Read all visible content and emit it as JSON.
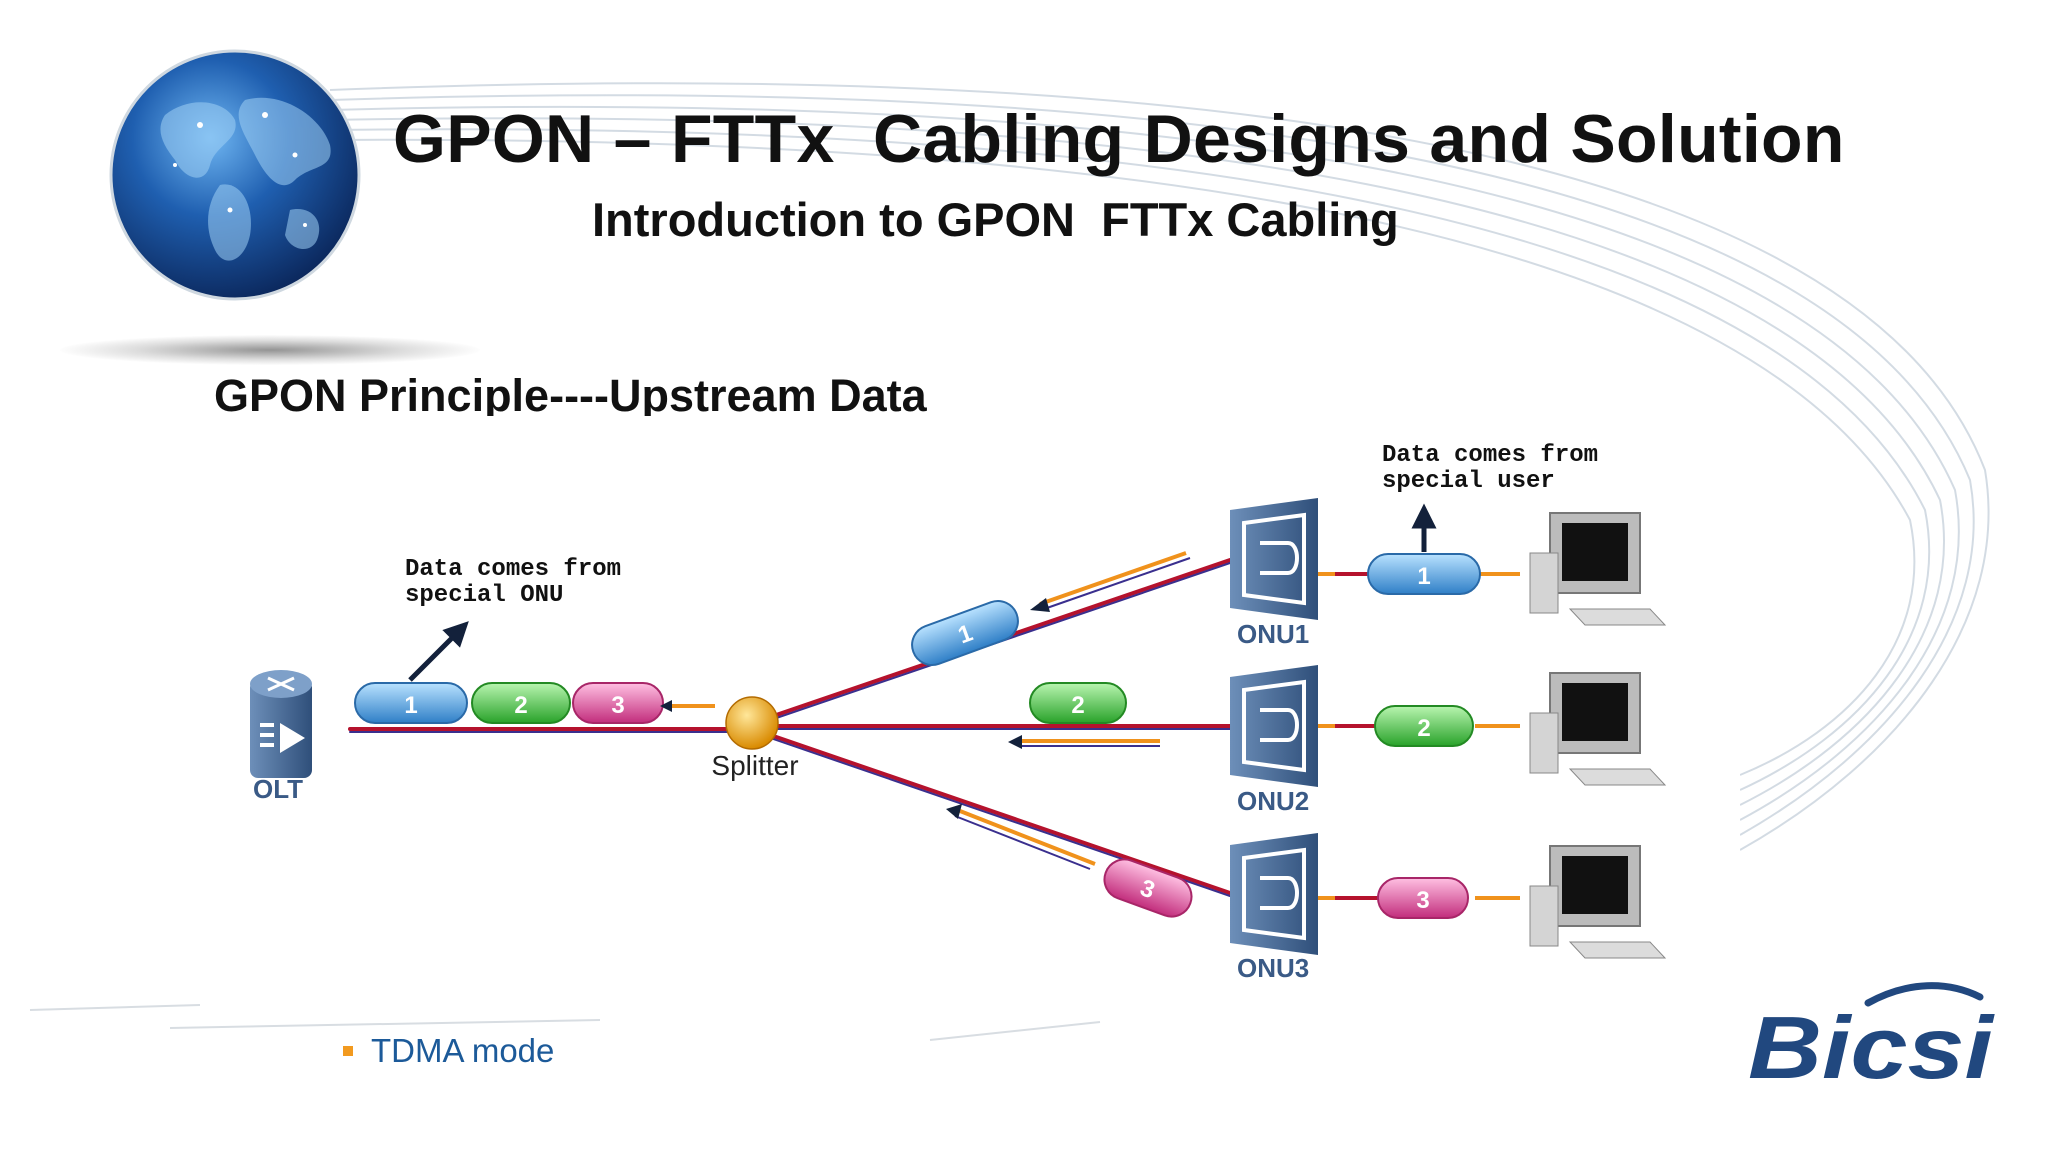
{
  "slide": {
    "title": "GPON – FTTx  Cabling Designs and Solution",
    "subtitle": "Introduction to GPON  FTTx Cabling",
    "section_heading": "GPON Principle----Upstream Data",
    "bullet": "TDMA mode",
    "logo_text": "Bicsi"
  },
  "diagram": {
    "olt_label": "OLT",
    "splitter_label": "Splitter",
    "onu_labels": [
      "ONU1",
      "ONU2",
      "ONU3"
    ],
    "packets": [
      "1",
      "2",
      "3"
    ],
    "annotation_onu": [
      "Data comes from",
      "special ONU"
    ],
    "annotation_user": [
      "Data comes from",
      "special user"
    ]
  },
  "colors": {
    "packet_1": "#3f8fd4",
    "packet_2": "#3cb83c",
    "packet_3": "#d43f8d",
    "fiber": "#b5122d",
    "arrow": "#f0921c",
    "device": "#3a5a86",
    "bullet_text": "#1c5a99",
    "logo": "#21487f"
  }
}
